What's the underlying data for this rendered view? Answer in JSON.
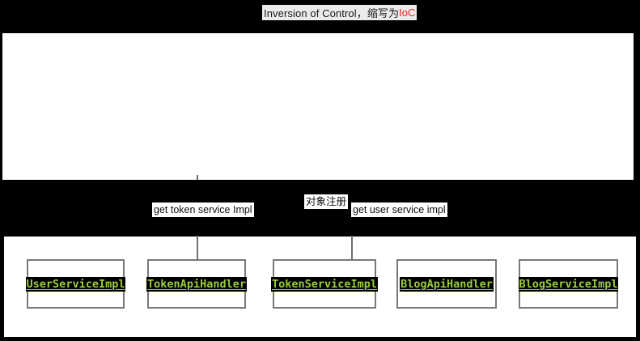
{
  "diagram": {
    "title": {
      "main": "Inversion of Control，缩写为",
      "accent": "IoC",
      "highlight_color": "#ebebeb",
      "accent_color": "#e8251f"
    },
    "background_color": "#000000",
    "panel_color": "#ffffff",
    "annotations": [
      {
        "id": "get-token-service-impl",
        "text": "get token service Impl"
      },
      {
        "id": "object-registration",
        "text": "对象注册"
      },
      {
        "id": "get-user-service-impl",
        "text": "get user service impl"
      }
    ],
    "class_boxes": [
      {
        "id": "user-service-impl",
        "label": "UserServiceImpl"
      },
      {
        "id": "token-api-handler",
        "label": "TokenApiHandler"
      },
      {
        "id": "token-service-impl",
        "label": "TokenServiceImpl"
      },
      {
        "id": "blog-api-handler",
        "label": "BlogApiHandler"
      },
      {
        "id": "blog-service-impl",
        "label": "BlogServiceImpl"
      }
    ],
    "label_style": {
      "text_color": "#9ace3a",
      "background_color": "#000000",
      "border_color": "#787878"
    }
  }
}
